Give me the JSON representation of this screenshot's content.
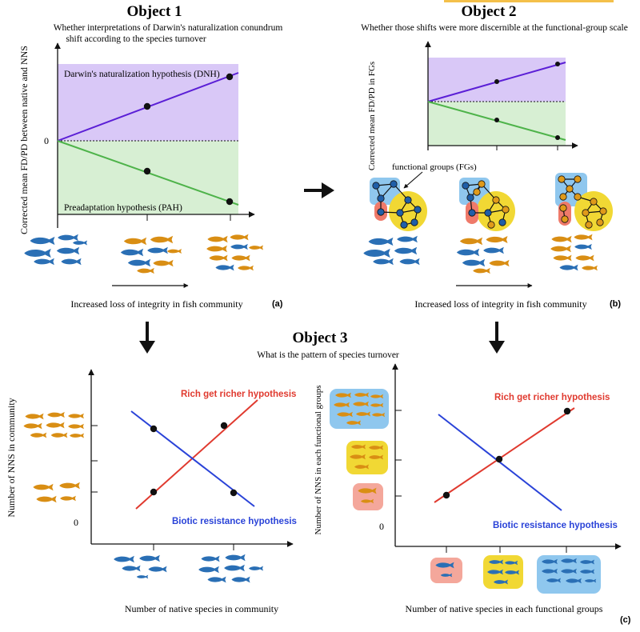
{
  "colors": {
    "purple_band": "#d9c8f7",
    "green_band": "#d7efd3",
    "purple_line": "#5b1fd6",
    "green_line": "#4eb34a",
    "red_line": "#e03a2f",
    "blue_line": "#2a43d8",
    "native_fish": "#2a6fb5",
    "nns_fish": "#d98e14",
    "fg_blue": "#8fc7ee",
    "fg_yellow": "#f1d834",
    "fg_red": "#ef7a6a",
    "node": "#1f5ea8",
    "node_nns": "#e09a1a",
    "accent_bar": "#f4c04a"
  },
  "object1": {
    "title": "Object 1",
    "subtitle_line1": "Whether interpretations of Darwin's naturalization conundrum",
    "subtitle_line2": "shift according to the species turnover",
    "ylabel": "Corrected mean FD/PD between native and NNS",
    "zero_label": "0",
    "dnh_label": "Darwin's naturalization hypothesis (DNH)",
    "pah_label": "Preadaptation hypothesis (PAH)",
    "xlabel": "Increased loss of integrity in fish community",
    "panel": "(a)"
  },
  "object2": {
    "title": "Object 2",
    "subtitle": "Whether those shifts were more discernible at the functional-group scale",
    "ylabel": "Corrected mean FD/PD in FGs",
    "fg_label": "functional groups (FGs)",
    "xlabel": "Increased loss of integrity in fish community",
    "panel": "(b)"
  },
  "object3": {
    "title": "Object 3",
    "subtitle": "What is the pattern of species turnover",
    "left_ylabel": "Number of NNS in community",
    "left_xlabel": "Number of native species in community",
    "right_ylabel": "Number of NNS in each functional groups",
    "right_xlabel": "Number of native species in each functional groups",
    "zero_label": "0",
    "rich_label": "Rich get richer hypothesis",
    "biotic_label": "Biotic resistance hypothesis",
    "panel": "(c)"
  },
  "chart_data": [
    {
      "type": "line",
      "panel": "(a)",
      "series": [
        {
          "name": "Darwin's naturalization hypothesis (DNH)",
          "values": [
            0,
            1,
            2
          ]
        },
        {
          "name": "Preadaptation hypothesis (PAH)",
          "values": [
            0,
            -1,
            -2
          ]
        }
      ],
      "xlabel": "Increased loss of integrity in fish community",
      "ylabel": "Corrected mean FD/PD between native and NNS"
    },
    {
      "type": "line",
      "panel": "(b)",
      "series": [
        {
          "values": [
            0,
            1,
            2
          ]
        },
        {
          "values": [
            0,
            -1,
            -2
          ]
        }
      ],
      "xlabel": "Increased loss of integrity in fish community",
      "ylabel": "Corrected mean FD/PD in FGs"
    },
    {
      "type": "line",
      "panel": "(c) left",
      "series": [
        {
          "name": "Rich get richer hypothesis",
          "values": [
            1,
            2
          ]
        },
        {
          "name": "Biotic resistance hypothesis",
          "values": [
            2,
            1
          ]
        }
      ],
      "xlabel": "Number of native species in community",
      "ylabel": "Number of NNS in community"
    },
    {
      "type": "line",
      "panel": "(c) right",
      "series": [
        {
          "name": "Rich get richer hypothesis",
          "values": [
            1,
            2,
            3
          ]
        }
      ],
      "xlabel": "Number of native species in each functional groups",
      "ylabel": "Number of NNS in each functional groups"
    }
  ]
}
